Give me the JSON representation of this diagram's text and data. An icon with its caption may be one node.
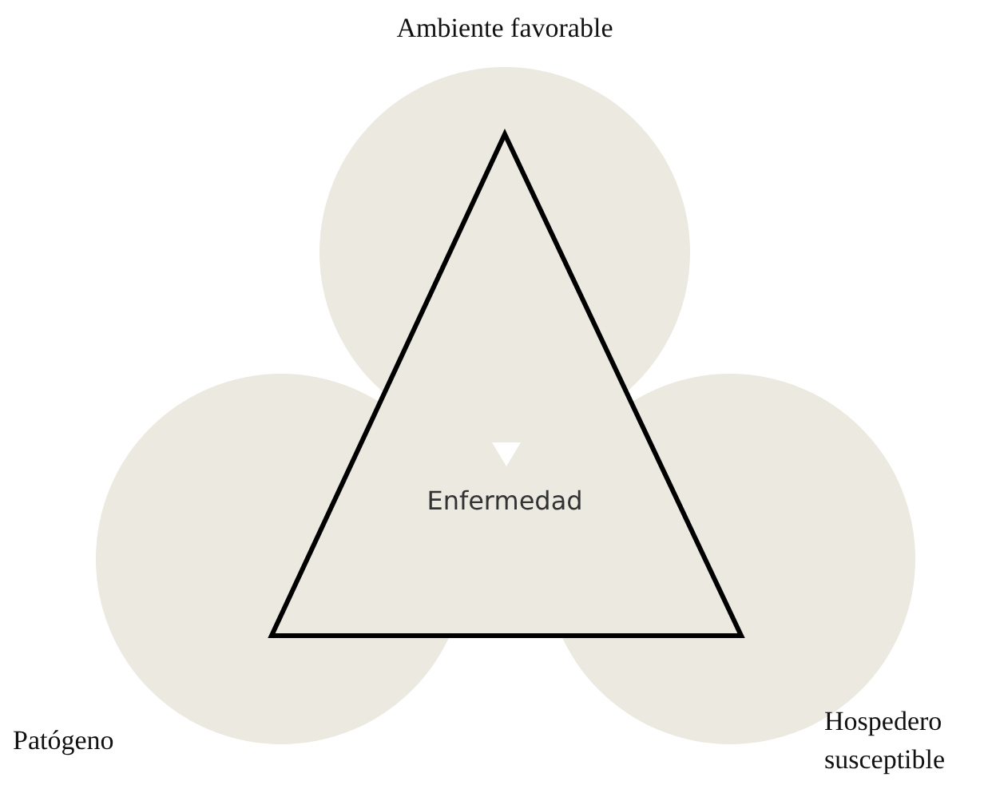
{
  "diagram": {
    "labels": [
      "Ambiente favorable",
      "Enfermedad",
      "Patógeno",
      "Hospedero susceptible"
    ]
  }
}
